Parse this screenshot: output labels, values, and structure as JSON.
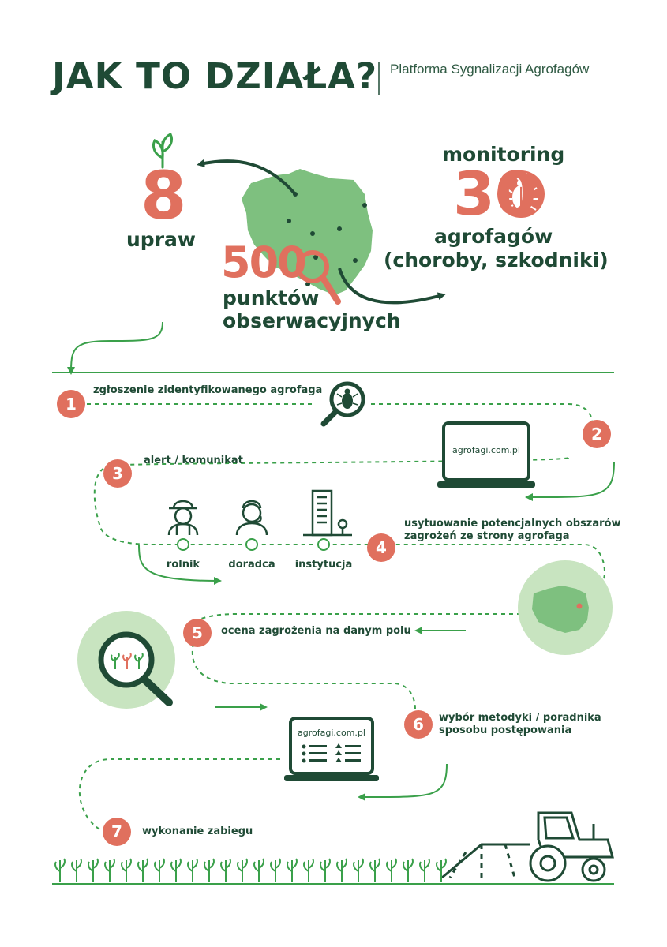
{
  "header": {
    "title": "JAK TO DZIAŁA?",
    "subtitle": "Platforma Sygnalizacji Agrofagów"
  },
  "stats": {
    "crops_number": "8",
    "crops_label": "upraw",
    "points_number": "500",
    "points_label_1": "punktów",
    "points_label_2": "obserwacyjnych",
    "monitoring_label": "monitoring",
    "pests_number": "30",
    "pests_label_1": "agrofagów",
    "pests_label_2": "(choroby, szkodniki)"
  },
  "steps": [
    {
      "num": "1",
      "text": "zgłoszenie zidentyfikowanego agrofaga"
    },
    {
      "num": "2",
      "url": "agrofagi.com.pl"
    },
    {
      "num": "3",
      "text": "alert / komunikat"
    },
    {
      "num": "4",
      "text_1": "usytuowanie potencjalnych obszarów",
      "text_2": "zagrożeń ze strony agrofaga"
    },
    {
      "num": "5",
      "text": "ocena zagrożenia na danym polu"
    },
    {
      "num": "6",
      "text_1": "wybór metodyki / poradnika",
      "text_2": "sposobu postępowania",
      "url": "agrofagi.com.pl"
    },
    {
      "num": "7",
      "text": "wykonanie zabiegu"
    }
  ],
  "roles": [
    "rolnik",
    "doradca",
    "instytucja"
  ],
  "colors": {
    "dark_green": "#1f4a35",
    "salmon": "#e0705e",
    "map_green": "#7ec07f",
    "light_green": "#c8e4c0",
    "line_green": "#3aa04a"
  }
}
